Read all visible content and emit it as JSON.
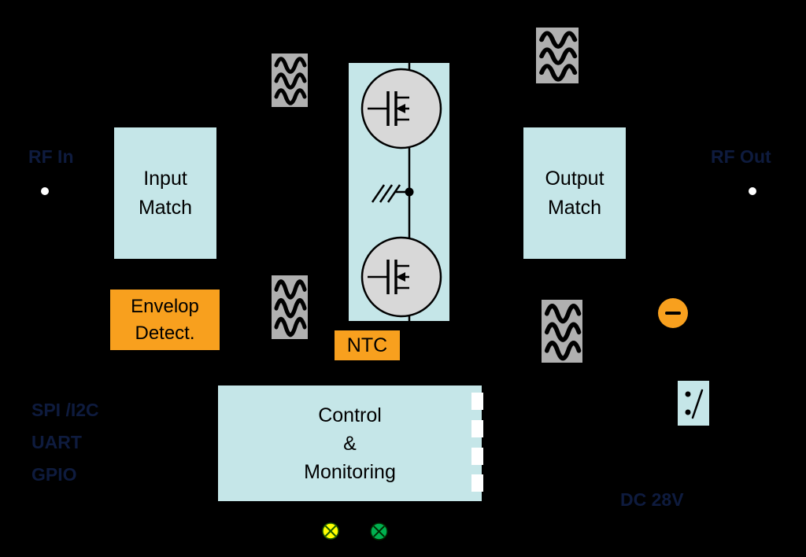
{
  "colors": {
    "box_blue": "#c5e6e8",
    "orange": "#f8a01e",
    "filter_gray": "#b0b0b0",
    "transistor_fill": "#d8d8d8",
    "dark_label": "#0e1b3e",
    "led_yellow": "#ffff00",
    "led_green": "#00b050",
    "port_white": "#ffffff",
    "bg": "#000000"
  },
  "labels": {
    "rf_in": "RF In",
    "rf_out": "RF Out",
    "dc": "DC 28V",
    "spi": "SPI /I2C",
    "uart": "UART",
    "gpio": "GPIO"
  },
  "blocks": {
    "input_match": {
      "line1": "Input",
      "line2": "Match"
    },
    "output_match": {
      "line1": "Output",
      "line2": "Match"
    },
    "envelop": {
      "line1": "Envelop",
      "line2": "Detect."
    },
    "ntc": "NTC",
    "control": {
      "line1": "Control",
      "line2": "&",
      "line3": "Monitoring"
    }
  },
  "icons": {
    "filters": "rf-choke-filter (x4, gray box with 3 wavy lines)",
    "transistors": "two n-mosfet symbols in circles with ground tap between",
    "minus": "minus-terminal",
    "switch": "switch-symbol",
    "led_yellow": "indicator-lamp-yellow",
    "led_green": "indicator-lamp-green",
    "ports": "rf-port-dot (x2, white)"
  }
}
